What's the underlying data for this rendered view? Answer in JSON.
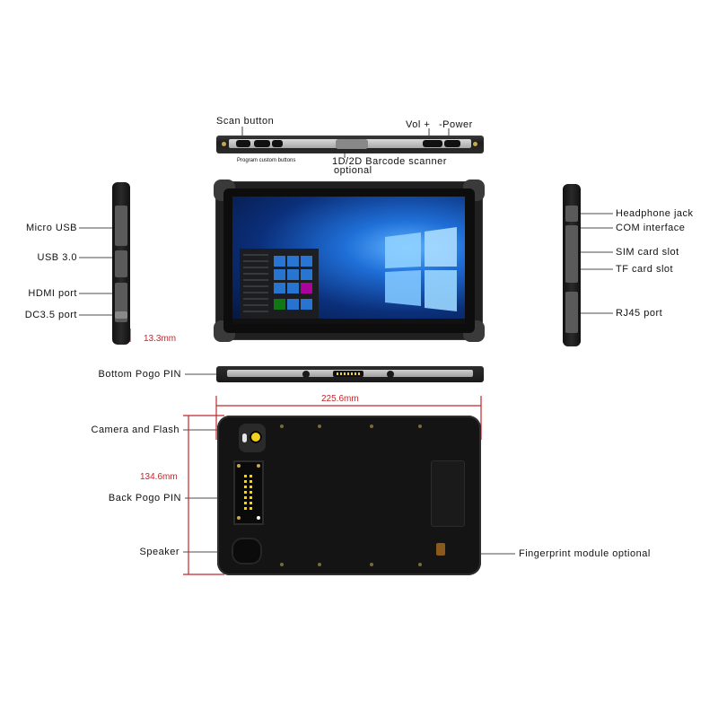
{
  "labels": {
    "scan_button": "Scan button",
    "vol": "Vol +",
    "power": "-Power",
    "program_custom_buttons": "Program custom buttons",
    "barcode_scanner_line1": "1D/2D Barcode scanner",
    "barcode_scanner_line2": "optional",
    "micro_usb": "Micro USB",
    "usb30": "USB 3.0",
    "hdmi_port": "HDMI port",
    "dc35_port": "DC3.5 port",
    "headphone_jack": "Headphone jack",
    "com_interface": "COM interface",
    "sim_card_slot": "SIM card slot",
    "tf_card_slot": "TF card slot",
    "rj45_port": "RJ45 port",
    "bottom_pogo_pin": "Bottom Pogo PIN",
    "camera_and_flash": "Camera and Flash",
    "back_pogo_pin": "Back Pogo PIN",
    "speaker": "Speaker",
    "fingerprint_module": "Fingerprint module optional"
  },
  "dimensions": {
    "thickness": "13.3mm",
    "width": "225.6mm",
    "height": "134.6mm"
  },
  "colors": {
    "dimension": "#c0282d",
    "body": "#1e1e1e",
    "rail": "#bdbdbd",
    "screen_blue": "#1f6fd8",
    "accent_yellow": "#f2d21b"
  },
  "icons": {
    "screen": "windows-10-desktop",
    "camera": "camera-lens",
    "flash": "flash-led"
  }
}
